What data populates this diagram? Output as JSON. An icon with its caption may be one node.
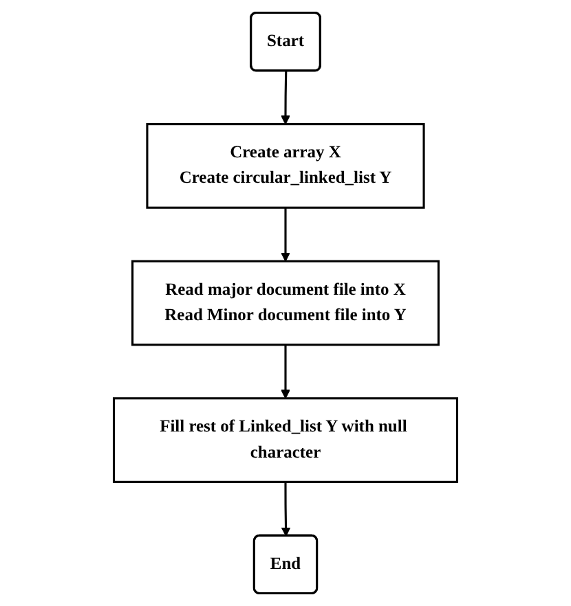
{
  "diagram": {
    "nodes": [
      {
        "text": [
          "Start"
        ]
      },
      {
        "text": [
          "Create array X",
          "Create circular_linked_list Y"
        ]
      },
      {
        "text": [
          "Read major document file into X",
          "Read Minor document file into Y"
        ]
      },
      {
        "text": [
          "Fill rest of Linked_list Y with null character"
        ]
      },
      {
        "text": [
          "End"
        ]
      }
    ],
    "edges": [
      {
        "from": 0,
        "to": 1,
        "arrow": "to"
      },
      {
        "from": 1,
        "to": 2,
        "arrow": "to"
      },
      {
        "from": 2,
        "to": 3,
        "arrow": "to"
      },
      {
        "from": 3,
        "to": 4,
        "arrow": "to"
      }
    ]
  }
}
